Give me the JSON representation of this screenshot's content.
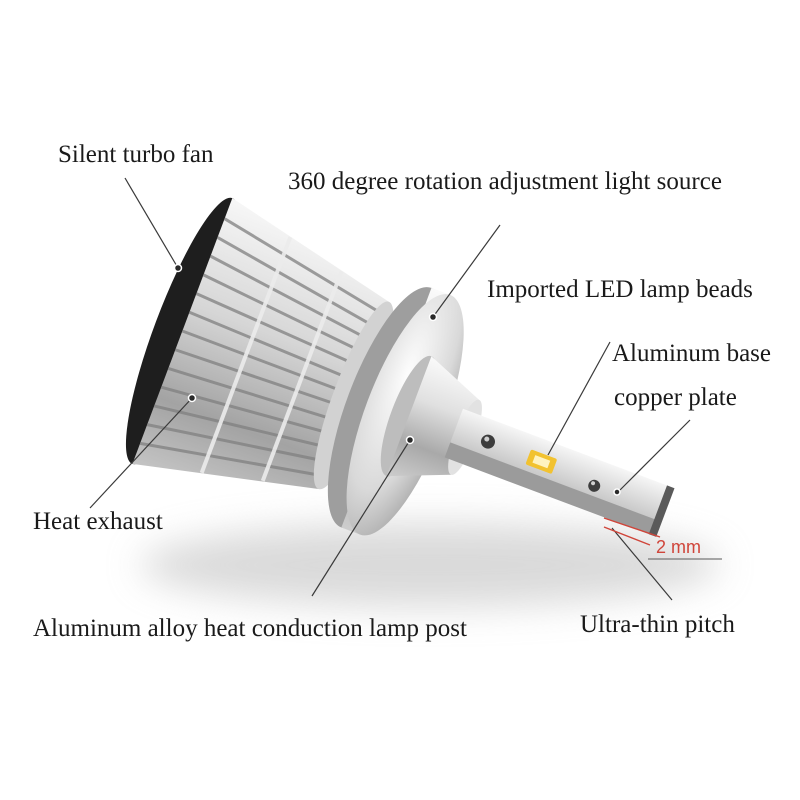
{
  "labels": {
    "fan": "Silent turbo fan",
    "rotation": "360 degree rotation adjustment light source",
    "led_beads": "Imported LED lamp beads",
    "aluminum_base": "Aluminum base",
    "copper_plate": "copper plate",
    "heat_exhaust": "Heat exhaust",
    "lamp_post": "Aluminum alloy heat conduction lamp post",
    "pitch": "Ultra-thin pitch",
    "dimension": "2 mm"
  },
  "colors": {
    "text": "#1a1a1a",
    "dimension_red": "#d0453a",
    "led_yellow": "#f2c230",
    "fan_rim": "#1e1e1e",
    "metal_light": "#f4f4f4",
    "metal_dark": "#9b9b9b"
  }
}
